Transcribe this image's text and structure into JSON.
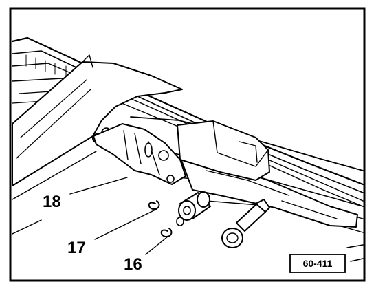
{
  "figure": {
    "id_label": "60-411",
    "callouts": [
      {
        "key": "c18",
        "label": "18"
      },
      {
        "key": "c17",
        "label": "17"
      },
      {
        "key": "c16",
        "label": "16"
      }
    ]
  },
  "colors": {
    "ink": "#000000",
    "paper": "#ffffff"
  }
}
